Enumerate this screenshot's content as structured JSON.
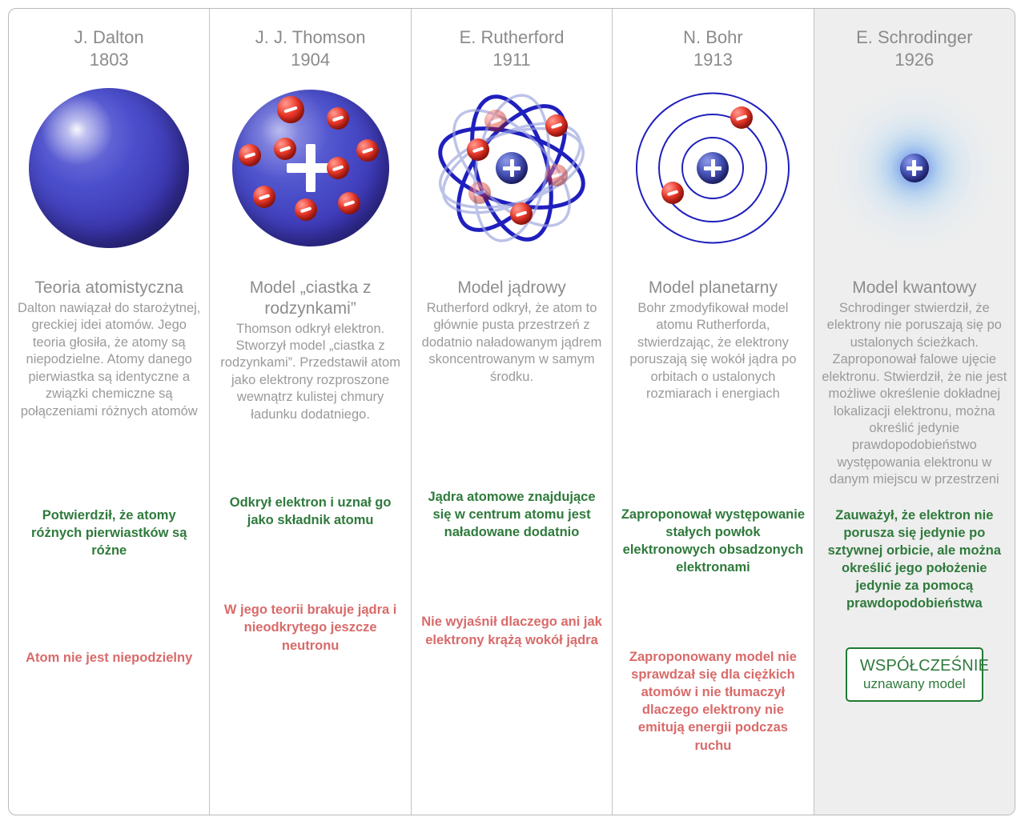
{
  "colors": {
    "header_gray": "#8b8b8b",
    "body_gray": "#9a9a9a",
    "pros_green": "#2f7a3c",
    "cons_red": "#d96a6a",
    "accent_blue": "#2b2f92",
    "electron_red": "#ef3b2c",
    "highlight_bg": "#eeeeee"
  },
  "columns": [
    {
      "scientist": "J. Dalton",
      "year": "1803",
      "figure": "solid-blue-sphere",
      "model_title": "Teoria atomistyczna",
      "description": "Dalton nawiązał do starożytnej, greckiej idei atomów. Jego teoria głosiła, że atomy są niepodzielne. Atomy danego pierwiastka są identyczne a związki chemiczne są połączeniami różnych atomów",
      "pros": "Potwierdził, że atomy różnych pierwiastków są różne",
      "cons": "Atom nie jest niepodzielny",
      "highlighted": false
    },
    {
      "scientist": "J. J. Thomson",
      "year": "1904",
      "figure": "plum-pudding-atom",
      "model_title": "Model „ciastka z rodzynkami”",
      "description": "Thomson odkrył elektron. Stworzył model „ciastka z rodzynkami”. Przedstawił atom jako elektrony rozproszone wewnątrz kulistej chmury ładunku dodatniego.",
      "pros": "Odkrył elektron i uznał go jako składnik atomu",
      "cons": "W jego teorii brakuje jądra i nieodkrytego jeszcze neutronu",
      "highlighted": false
    },
    {
      "scientist": "E. Rutherford",
      "year": "1911",
      "figure": "nuclear-orbits-atom",
      "model_title": "Model jądrowy",
      "description": "Rutherford odkrył, że atom to głównie pusta przestrzeń z dodatnio naładowanym jądrem skoncentrowanym w samym środku.",
      "pros": "Jądra atomowe znajdujące się w centrum atomu jest naładowane dodatnio",
      "cons": "Nie wyjaśnił dlaczego ani jak elektrony krążą wokół jądra",
      "highlighted": false
    },
    {
      "scientist": "N. Bohr",
      "year": "1913",
      "figure": "planetary-shells-atom",
      "model_title": "Model planetarny",
      "description": "Bohr zmodyfikował model atomu Rutherforda, stwierdzając, że elektrony poruszają się wokół jądra po orbitach o ustalonych rozmiarach i energiach",
      "pros": "Zaproponował występowanie stałych powłok elektronowych obsadzonych elektronami",
      "cons": "Zaproponowany model nie sprawdzał się dla ciężkich atomów i nie tłumaczył dlaczego elektrony nie emitują energii podczas ruchu",
      "highlighted": false
    },
    {
      "scientist": "E. Schrodinger",
      "year": "1926",
      "figure": "quantum-electron-cloud",
      "model_title": "Model kwantowy",
      "description": "Schrodinger stwierdził, że elektrony nie poruszają się po ustalonych ścieżkach. Zaproponował falowe ujęcie elektronu. Stwierdził, że nie jest możliwe określenie dokładnej lokalizacji elektronu, można określić jedynie prawdopodobieństwo występowania elektronu w danym miejscu w przestrzeni",
      "pros": "Zauważył, że elektron nie porusza się jedynie po sztywnej orbicie, ale można określić jego położenie jedynie za pomocą prawdopodobieństwa",
      "cons": null,
      "badge": {
        "line1": "WSPÓŁCZEŚNIE",
        "line2": "uznawany model"
      },
      "highlighted": true
    }
  ]
}
